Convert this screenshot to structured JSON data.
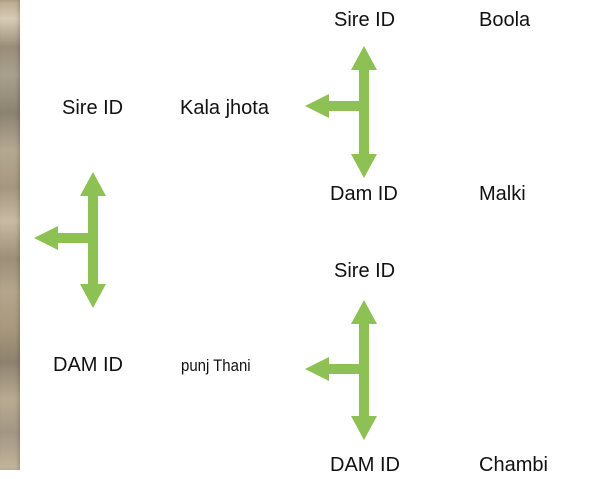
{
  "tree": {
    "root": {
      "sire_label": "Sire ID",
      "sire_name": "Kala jhota",
      "dam_label": "DAM ID",
      "dam_name": "punj Thani"
    },
    "sire_parents": {
      "sire_label": "Sire ID",
      "sire_name": "Boola",
      "dam_label": "Dam ID",
      "dam_name": "Malki"
    },
    "dam_parents": {
      "sire_label": "Sire ID",
      "sire_name": "",
      "dam_label": "DAM ID",
      "dam_name": "Chambi"
    }
  },
  "colors": {
    "arrow": "#8dc153",
    "background_photo": "#a8997f"
  },
  "icons": [
    "tri-arrow-icon"
  ]
}
